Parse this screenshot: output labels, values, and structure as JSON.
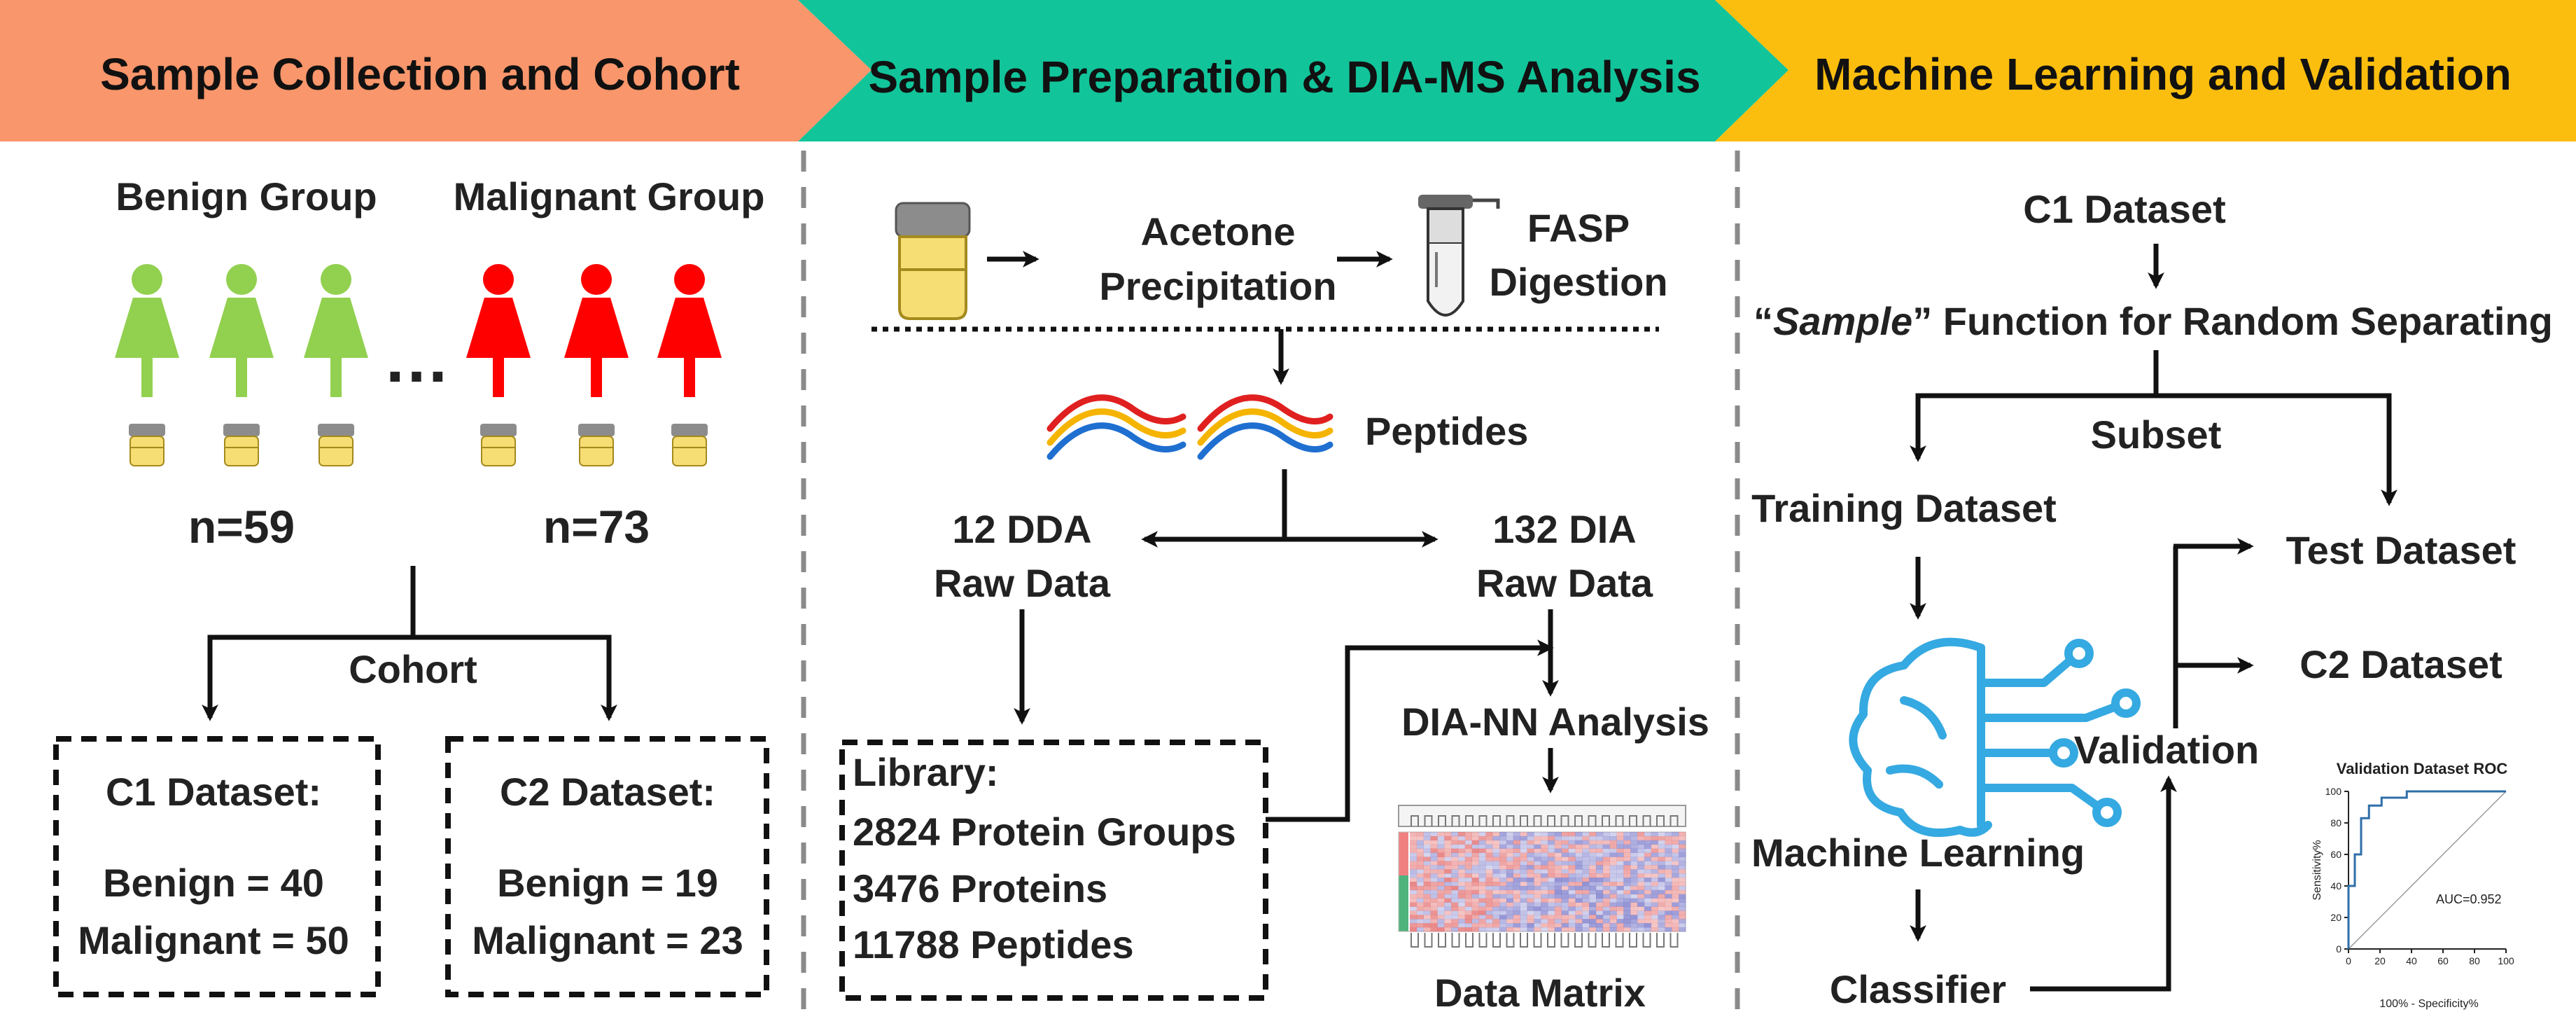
{
  "header": {
    "section1": "Sample Collection and Cohort",
    "section2": "Sample Preparation & DIA-MS Analysis",
    "section3": "Machine Learning and Validation"
  },
  "colors": {
    "section1_bg": "#F9966B",
    "section2_bg": "#12C49A",
    "section3_bg": "#FCBE0E",
    "benign": "#92D050",
    "malignant": "#FF0000",
    "ml_icon": "#35A9E1"
  },
  "cohort": {
    "benign_group": "Benign Group",
    "malignant_group": "Malignant Group",
    "ellipsis": "…",
    "benign_n": "n=59",
    "malignant_n": "n=73",
    "cohort_label": "Cohort",
    "c1": {
      "title": "C1 Dataset:",
      "benign": "Benign = 40",
      "malignant": "Malignant = 50"
    },
    "c2": {
      "title": "C2 Dataset:",
      "benign": "Benign = 19",
      "malignant": "Malignant = 23"
    }
  },
  "prep": {
    "acetone_1": "Acetone",
    "acetone_2": "Precipitation",
    "fasp_1": "FASP",
    "fasp_2": "Digestion",
    "peptides": "Peptides",
    "dda_1": "12 DDA",
    "dda_2": "Raw Data",
    "dia_1": "132 DIA",
    "dia_2": "Raw Data",
    "library_title": "Library:",
    "library_items": [
      "2824 Protein Groups",
      "3476 Proteins",
      "11788 Peptides"
    ],
    "dia_nn": "DIA-NN Analysis",
    "data_matrix": "Data Matrix"
  },
  "ml": {
    "c1_dataset": "C1 Dataset",
    "sample_quote_open": "“",
    "sample_word": "Sample",
    "sample_rest": "” Function for Random Separating",
    "subset": "Subset",
    "training": "Training Dataset",
    "test": "Test Dataset",
    "c2_dataset": "C2 Dataset",
    "validation": "Validation",
    "machine_learning": "Machine Learning",
    "classifier": "Classifier"
  },
  "chart_data": {
    "type": "line",
    "title": "Validation Dataset ROC",
    "xlabel": "100% - Specificity%",
    "ylabel": "Sensitivity%",
    "xlim": [
      0,
      100
    ],
    "ylim": [
      0,
      100
    ],
    "x_ticks": [
      "0",
      "20",
      "40",
      "60",
      "80",
      "100"
    ],
    "y_ticks": [
      "0",
      "20",
      "40",
      "60",
      "80",
      "100"
    ],
    "annotation": "AUC=0.952",
    "series": [
      {
        "x": [
          0,
          0,
          4,
          4,
          8,
          8,
          13,
          13,
          21,
          21,
          37,
          37,
          100
        ],
        "y": [
          0,
          40,
          40,
          60,
          60,
          83,
          83,
          91,
          91,
          96,
          96,
          100,
          100
        ]
      }
    ],
    "reference_line": {
      "x": [
        0,
        100
      ],
      "y": [
        0,
        100
      ]
    }
  }
}
